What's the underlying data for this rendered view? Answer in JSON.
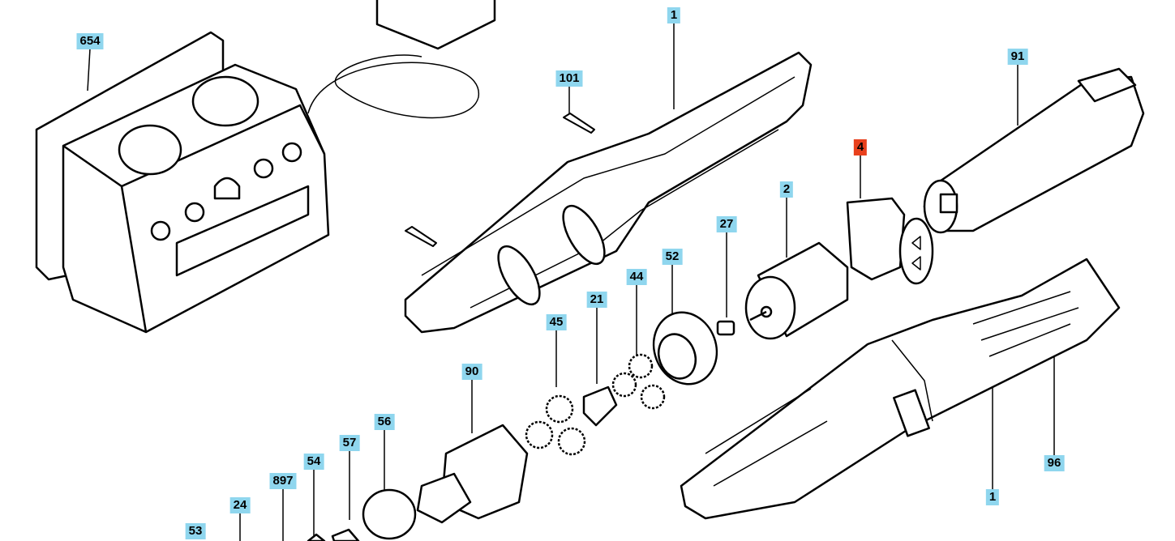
{
  "diagram": {
    "type": "exploded parts diagram",
    "highlight_color": "#e8401c",
    "label_color": "#8fd6ee",
    "callouts": [
      {
        "id": "654",
        "highlighted": false
      },
      {
        "id": "1",
        "highlighted": false
      },
      {
        "id": "101",
        "highlighted": false
      },
      {
        "id": "91",
        "highlighted": false
      },
      {
        "id": "4",
        "highlighted": true
      },
      {
        "id": "2",
        "highlighted": false
      },
      {
        "id": "27",
        "highlighted": false
      },
      {
        "id": "52",
        "highlighted": false
      },
      {
        "id": "44",
        "highlighted": false
      },
      {
        "id": "21",
        "highlighted": false
      },
      {
        "id": "45",
        "highlighted": false
      },
      {
        "id": "90",
        "highlighted": false
      },
      {
        "id": "56",
        "highlighted": false
      },
      {
        "id": "57",
        "highlighted": false
      },
      {
        "id": "54",
        "highlighted": false
      },
      {
        "id": "897",
        "highlighted": false
      },
      {
        "id": "24",
        "highlighted": false
      },
      {
        "id": "53",
        "highlighted": false
      },
      {
        "id": "96",
        "highlighted": false
      },
      {
        "id": "1",
        "highlighted": false
      }
    ]
  }
}
